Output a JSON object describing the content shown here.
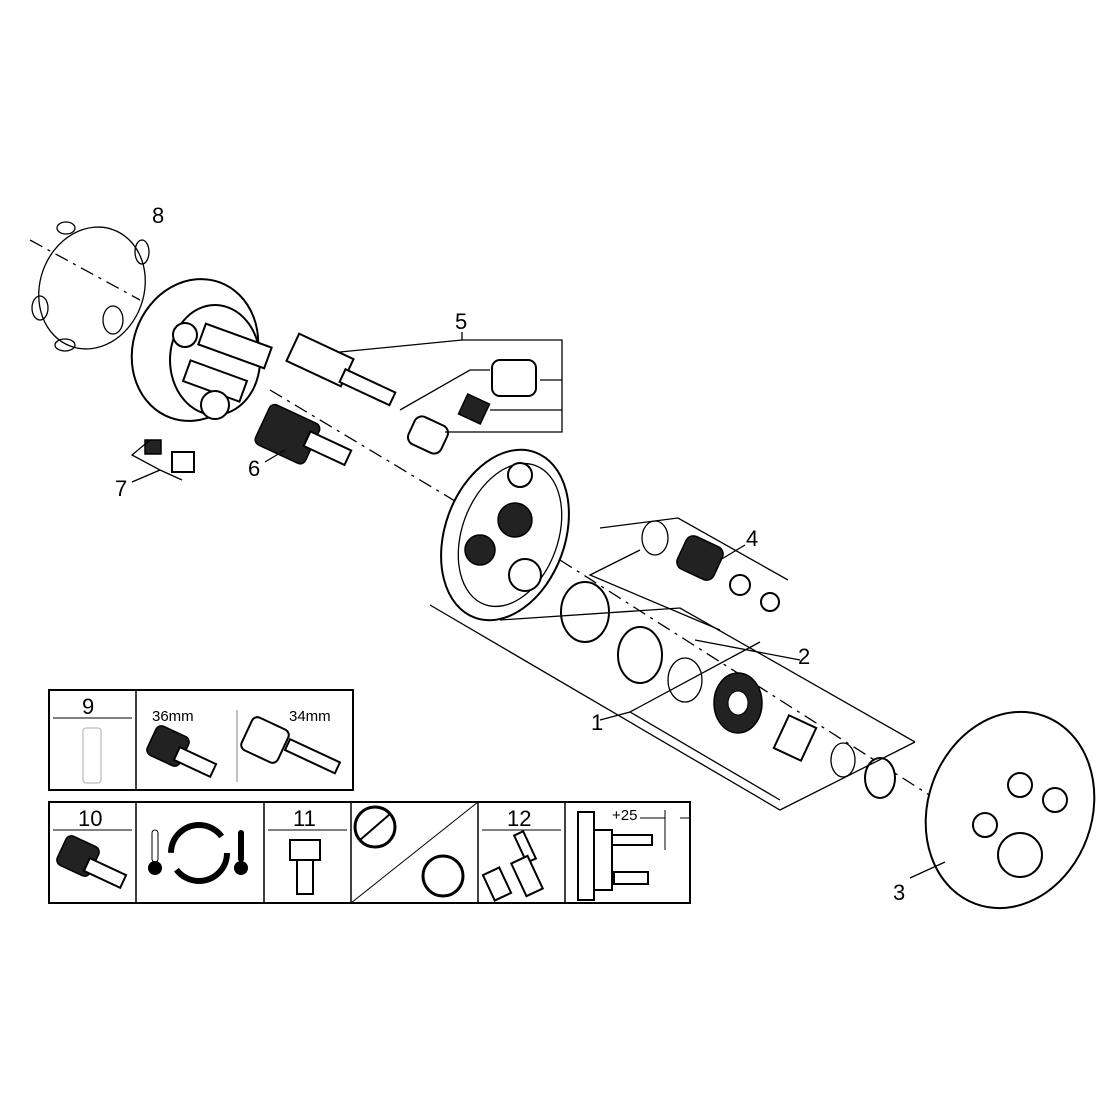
{
  "diagram": {
    "callouts": [
      "1",
      "2",
      "3",
      "4",
      "5",
      "6",
      "7",
      "8"
    ],
    "accessory_panels": {
      "panel_9": {
        "number": "9",
        "size_a": "36mm",
        "size_b": "34mm"
      },
      "panel_10": {
        "number": "10"
      },
      "panel_11": {
        "number": "11"
      },
      "panel_12": {
        "number": "12",
        "dimension": "+25"
      }
    }
  }
}
